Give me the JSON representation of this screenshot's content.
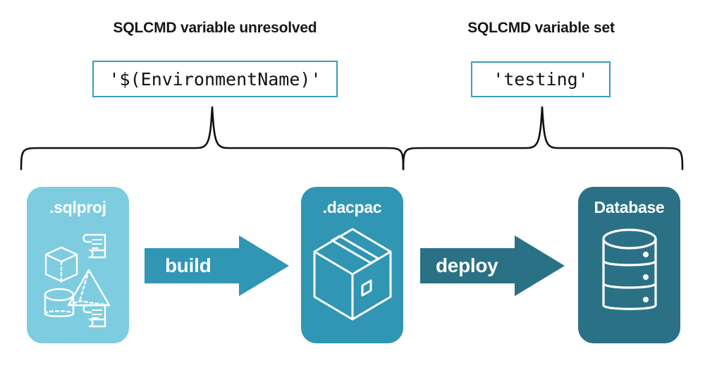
{
  "diagram": {
    "title_left": "SQLCMD variable unresolved",
    "title_right": "SQLCMD variable set",
    "code_left": "'$(EnvironmentName)'",
    "code_right": "'testing'",
    "colors": {
      "sqlproj_fill": "#7ecce0",
      "dacpac_fill": "#3096b4",
      "database_fill": "#2b7186",
      "build_arrow": "#3096b4",
      "deploy_arrow": "#2b7186",
      "code_border": "#3b9bbc",
      "brace_stroke": "#111111",
      "text_dark": "#16161a",
      "text_light": "#ffffff"
    },
    "nodes": [
      {
        "id": "sqlproj",
        "label": ".sqlproj",
        "icon": "shapes-and-scripts-icon"
      },
      {
        "id": "dacpac",
        "label": ".dacpac",
        "icon": "package-box-icon"
      },
      {
        "id": "database",
        "label": "Database",
        "icon": "database-cylinder-icon"
      }
    ],
    "arrows": [
      {
        "id": "build",
        "label": "build"
      },
      {
        "id": "deploy",
        "label": "deploy"
      }
    ],
    "braces": [
      {
        "id": "left",
        "spans": "sqlproj-to-dacpac"
      },
      {
        "id": "right",
        "spans": "dacpac-to-database"
      }
    ]
  }
}
